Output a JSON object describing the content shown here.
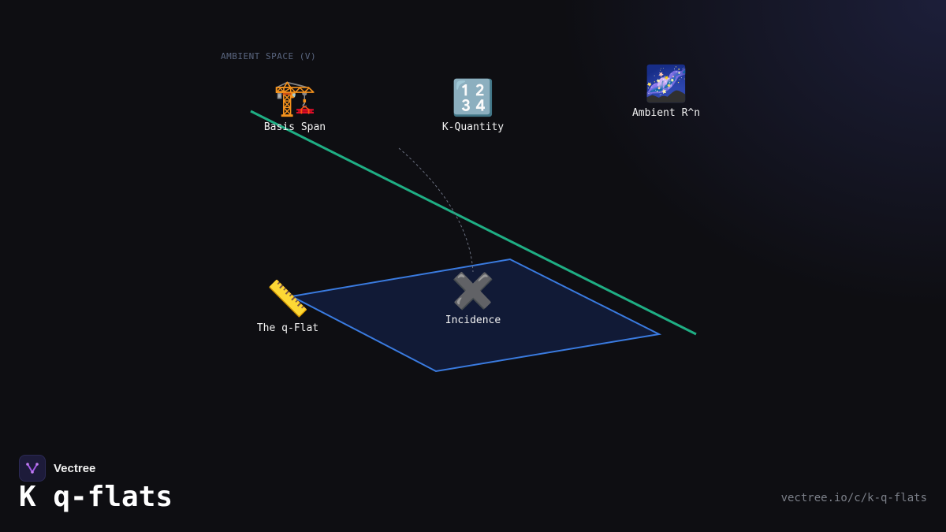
{
  "diagram": {
    "space_label": "AMBIENT SPACE (V)",
    "nodes": [
      {
        "id": "basis-span",
        "label": "Basis Span",
        "icon": "crane-icon",
        "glyph": "🏗️"
      },
      {
        "id": "k-quantity",
        "label": "K-Quantity",
        "icon": "numbers-icon",
        "glyph": "🔢"
      },
      {
        "id": "ambient-rn",
        "label": "Ambient R^n",
        "icon": "milky-way-icon",
        "glyph": "🌌"
      },
      {
        "id": "q-flat",
        "label": "The q-Flat",
        "icon": "ruler-icon",
        "glyph": "📏"
      },
      {
        "id": "incidence",
        "label": "Incidence",
        "icon": "cross-mark-icon",
        "glyph": "✖️"
      }
    ],
    "colors": {
      "line": "#1fae84",
      "plane_stroke": "#3a7be0",
      "plane_fill": "#111a36",
      "connector": "#6b7080",
      "background": "#0e0e12"
    }
  },
  "footer": {
    "brand": "Vectree",
    "title": "K q-flats",
    "url": "vectree.io/c/k-q-flats"
  }
}
